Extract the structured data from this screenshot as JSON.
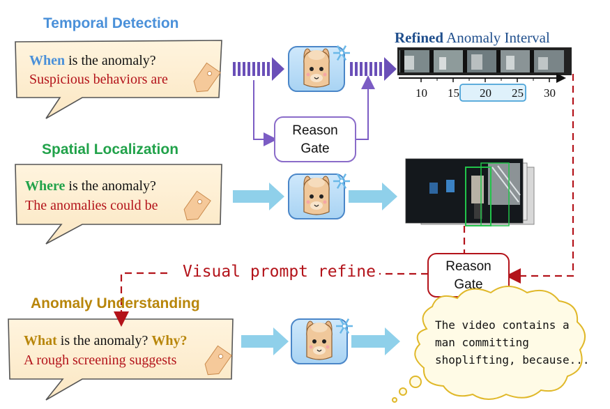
{
  "sections": {
    "temporal": {
      "title": "Temporal Detection",
      "q_lead": "When",
      "q_rest": " is the anomaly?",
      "answer": "Suspicious behaviors are"
    },
    "spatial": {
      "title": "Spatial Localization",
      "q_lead": "Where",
      "q_rest": " is the anomaly?",
      "answer": "The anomalies could be"
    },
    "understanding": {
      "title": "Anomaly Understanding",
      "q_lead": "What",
      "q_rest": " is the anomaly? ",
      "q_why": "Why?",
      "answer": "A rough screening suggests"
    }
  },
  "reason_gate": {
    "label_line1": "Reason",
    "label_line2": "Gate"
  },
  "refined": {
    "bold": "Refined",
    "rest": " Anomaly Interval"
  },
  "timeline": {
    "ticks": [
      "10",
      "15",
      "20",
      "25",
      "30"
    ],
    "highlight": [
      "15",
      "25"
    ]
  },
  "visual_prompt": "Visual prompt refine",
  "output": {
    "line1": "The video contains a",
    "line2": "man committing",
    "line3": "shoplifting, because..."
  },
  "colors": {
    "temporal_title": "#4a90d9",
    "spatial_title": "#21a24a",
    "understanding_title": "#b8860b",
    "answer_red": "#b3131a",
    "purple": "#7b5cc4",
    "light_blue": "#8fd0ea",
    "gate_purple": "#8a6cc9",
    "gate_red": "#b3131a"
  },
  "icons": [
    "llama-icon",
    "snowflake-icon",
    "tag-icon"
  ]
}
